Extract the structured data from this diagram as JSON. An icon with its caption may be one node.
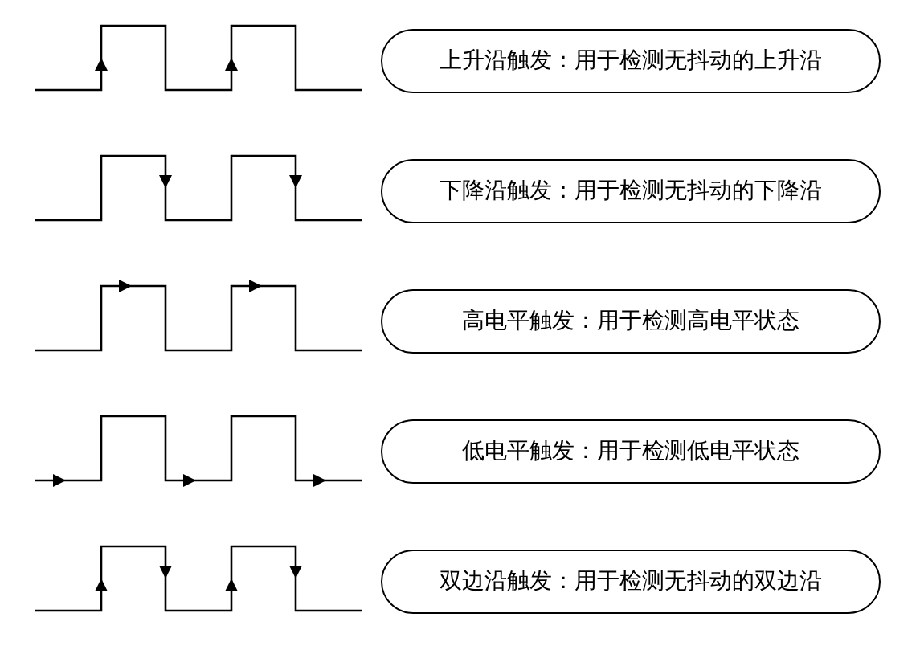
{
  "diagram": {
    "nodes": [
      {
        "text": [
          "上升沿触发：用于检测无抖动的上升沿"
        ]
      },
      {
        "text": [
          "下降沿触发：用于检测无抖动的下降沿"
        ]
      },
      {
        "text": [
          "高电平触发：用于检测高电平状态"
        ]
      },
      {
        "text": [
          "低电平触发：用于检测低电平状态"
        ]
      },
      {
        "text": [
          "双边沿触发：用于检测无抖动的双边沿"
        ]
      }
    ]
  }
}
